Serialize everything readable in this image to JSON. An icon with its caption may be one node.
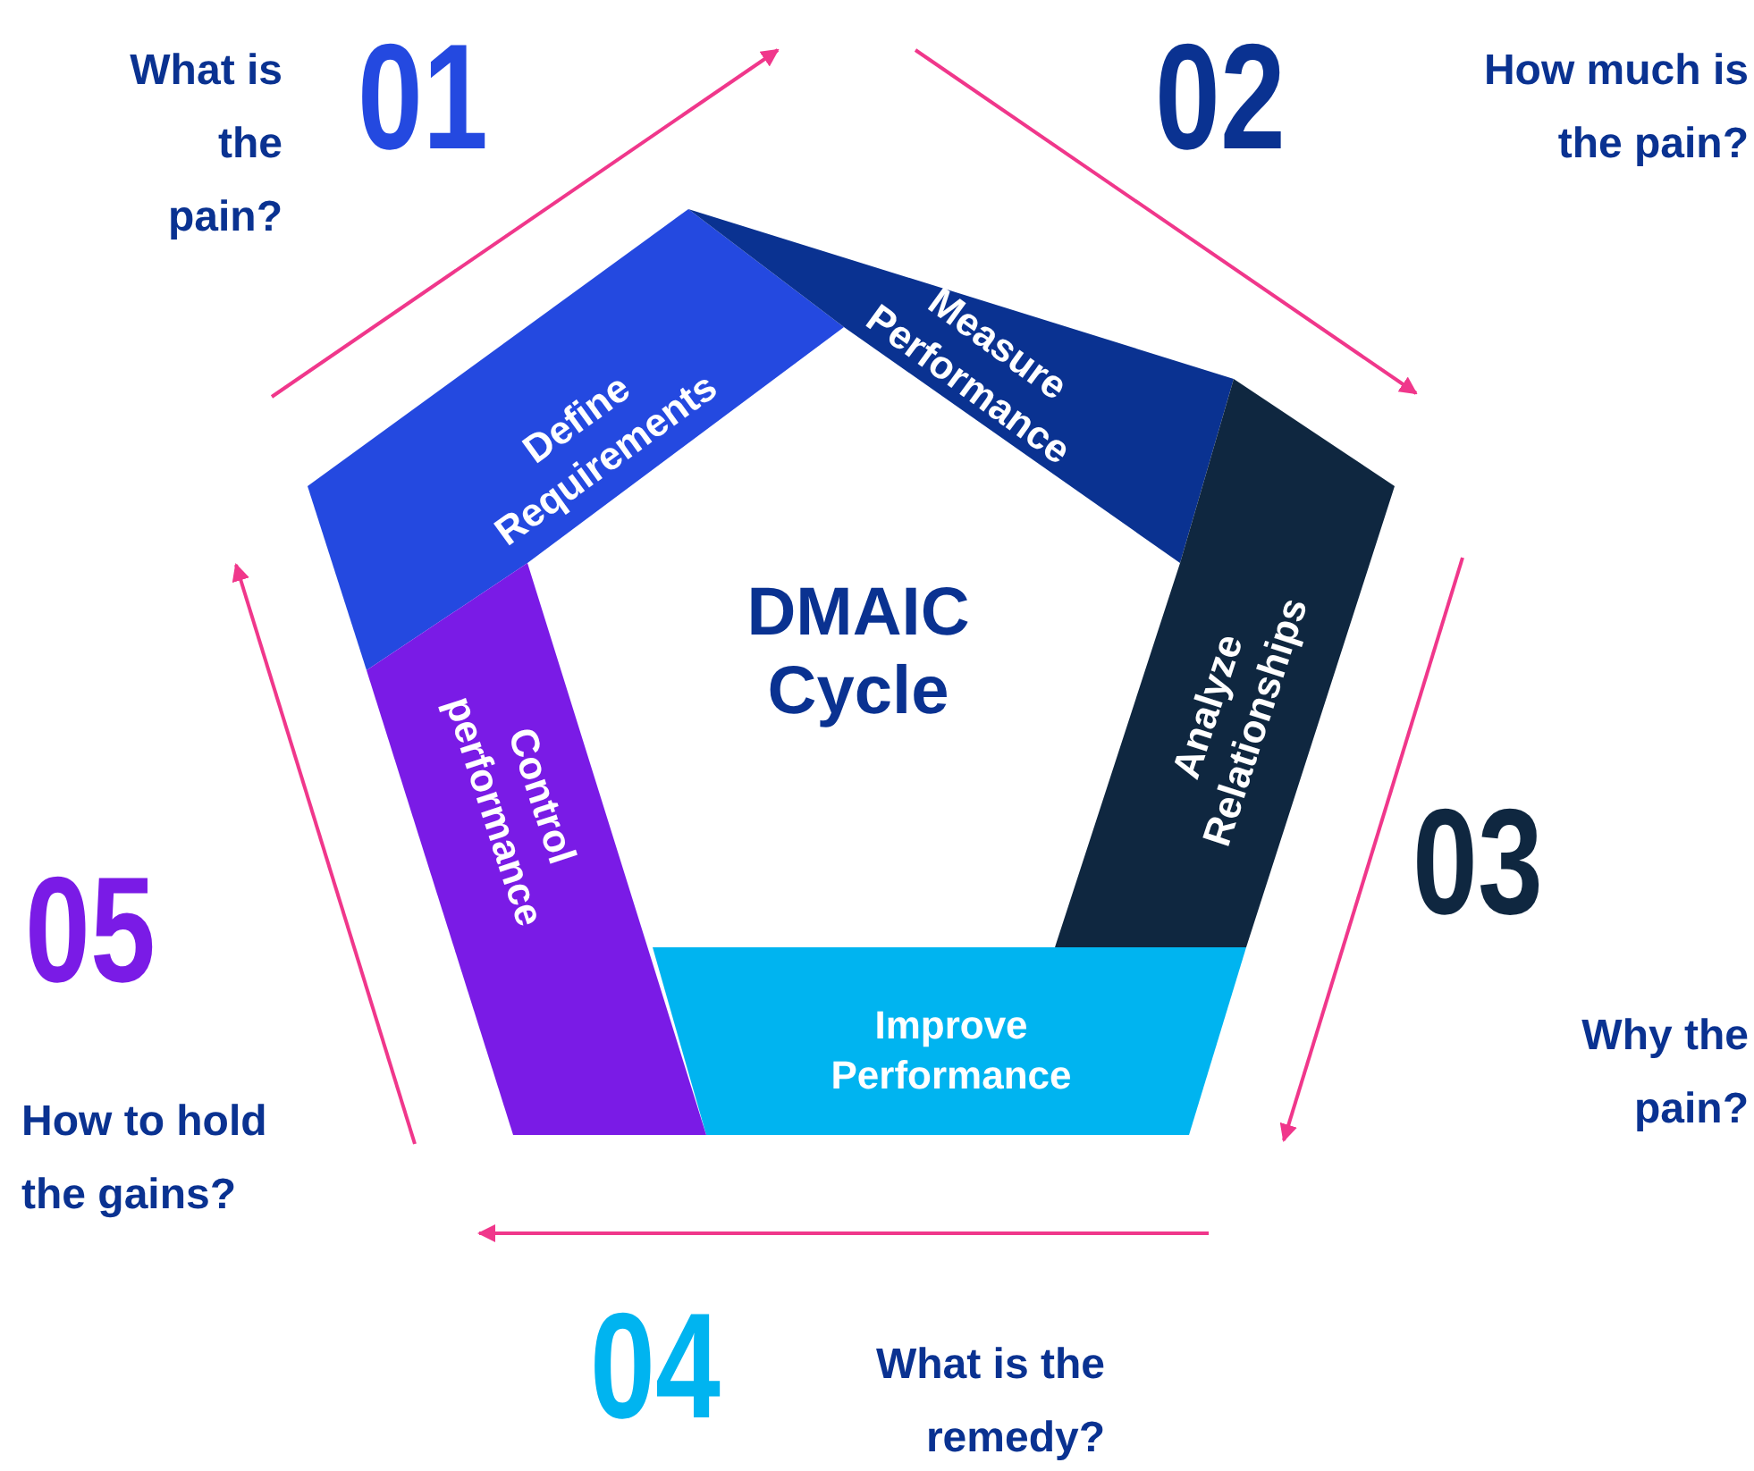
{
  "diagram": {
    "title": "DMAIC Cycle",
    "nodes": [
      {
        "text": [
          "Define Requirements"
        ]
      },
      {
        "text": [
          "Measure Performance"
        ]
      },
      {
        "text": [
          "Analyze Relationships"
        ]
      },
      {
        "text": [
          "Improve Performance"
        ]
      },
      {
        "text": [
          "Control performance"
        ]
      }
    ],
    "labels": [
      "What is the pain?",
      "01",
      "02",
      "How much is the pain?",
      "03",
      "Why the pain?",
      "04",
      "What is the remedy?",
      "05",
      "How to hold the gains?"
    ]
  }
}
